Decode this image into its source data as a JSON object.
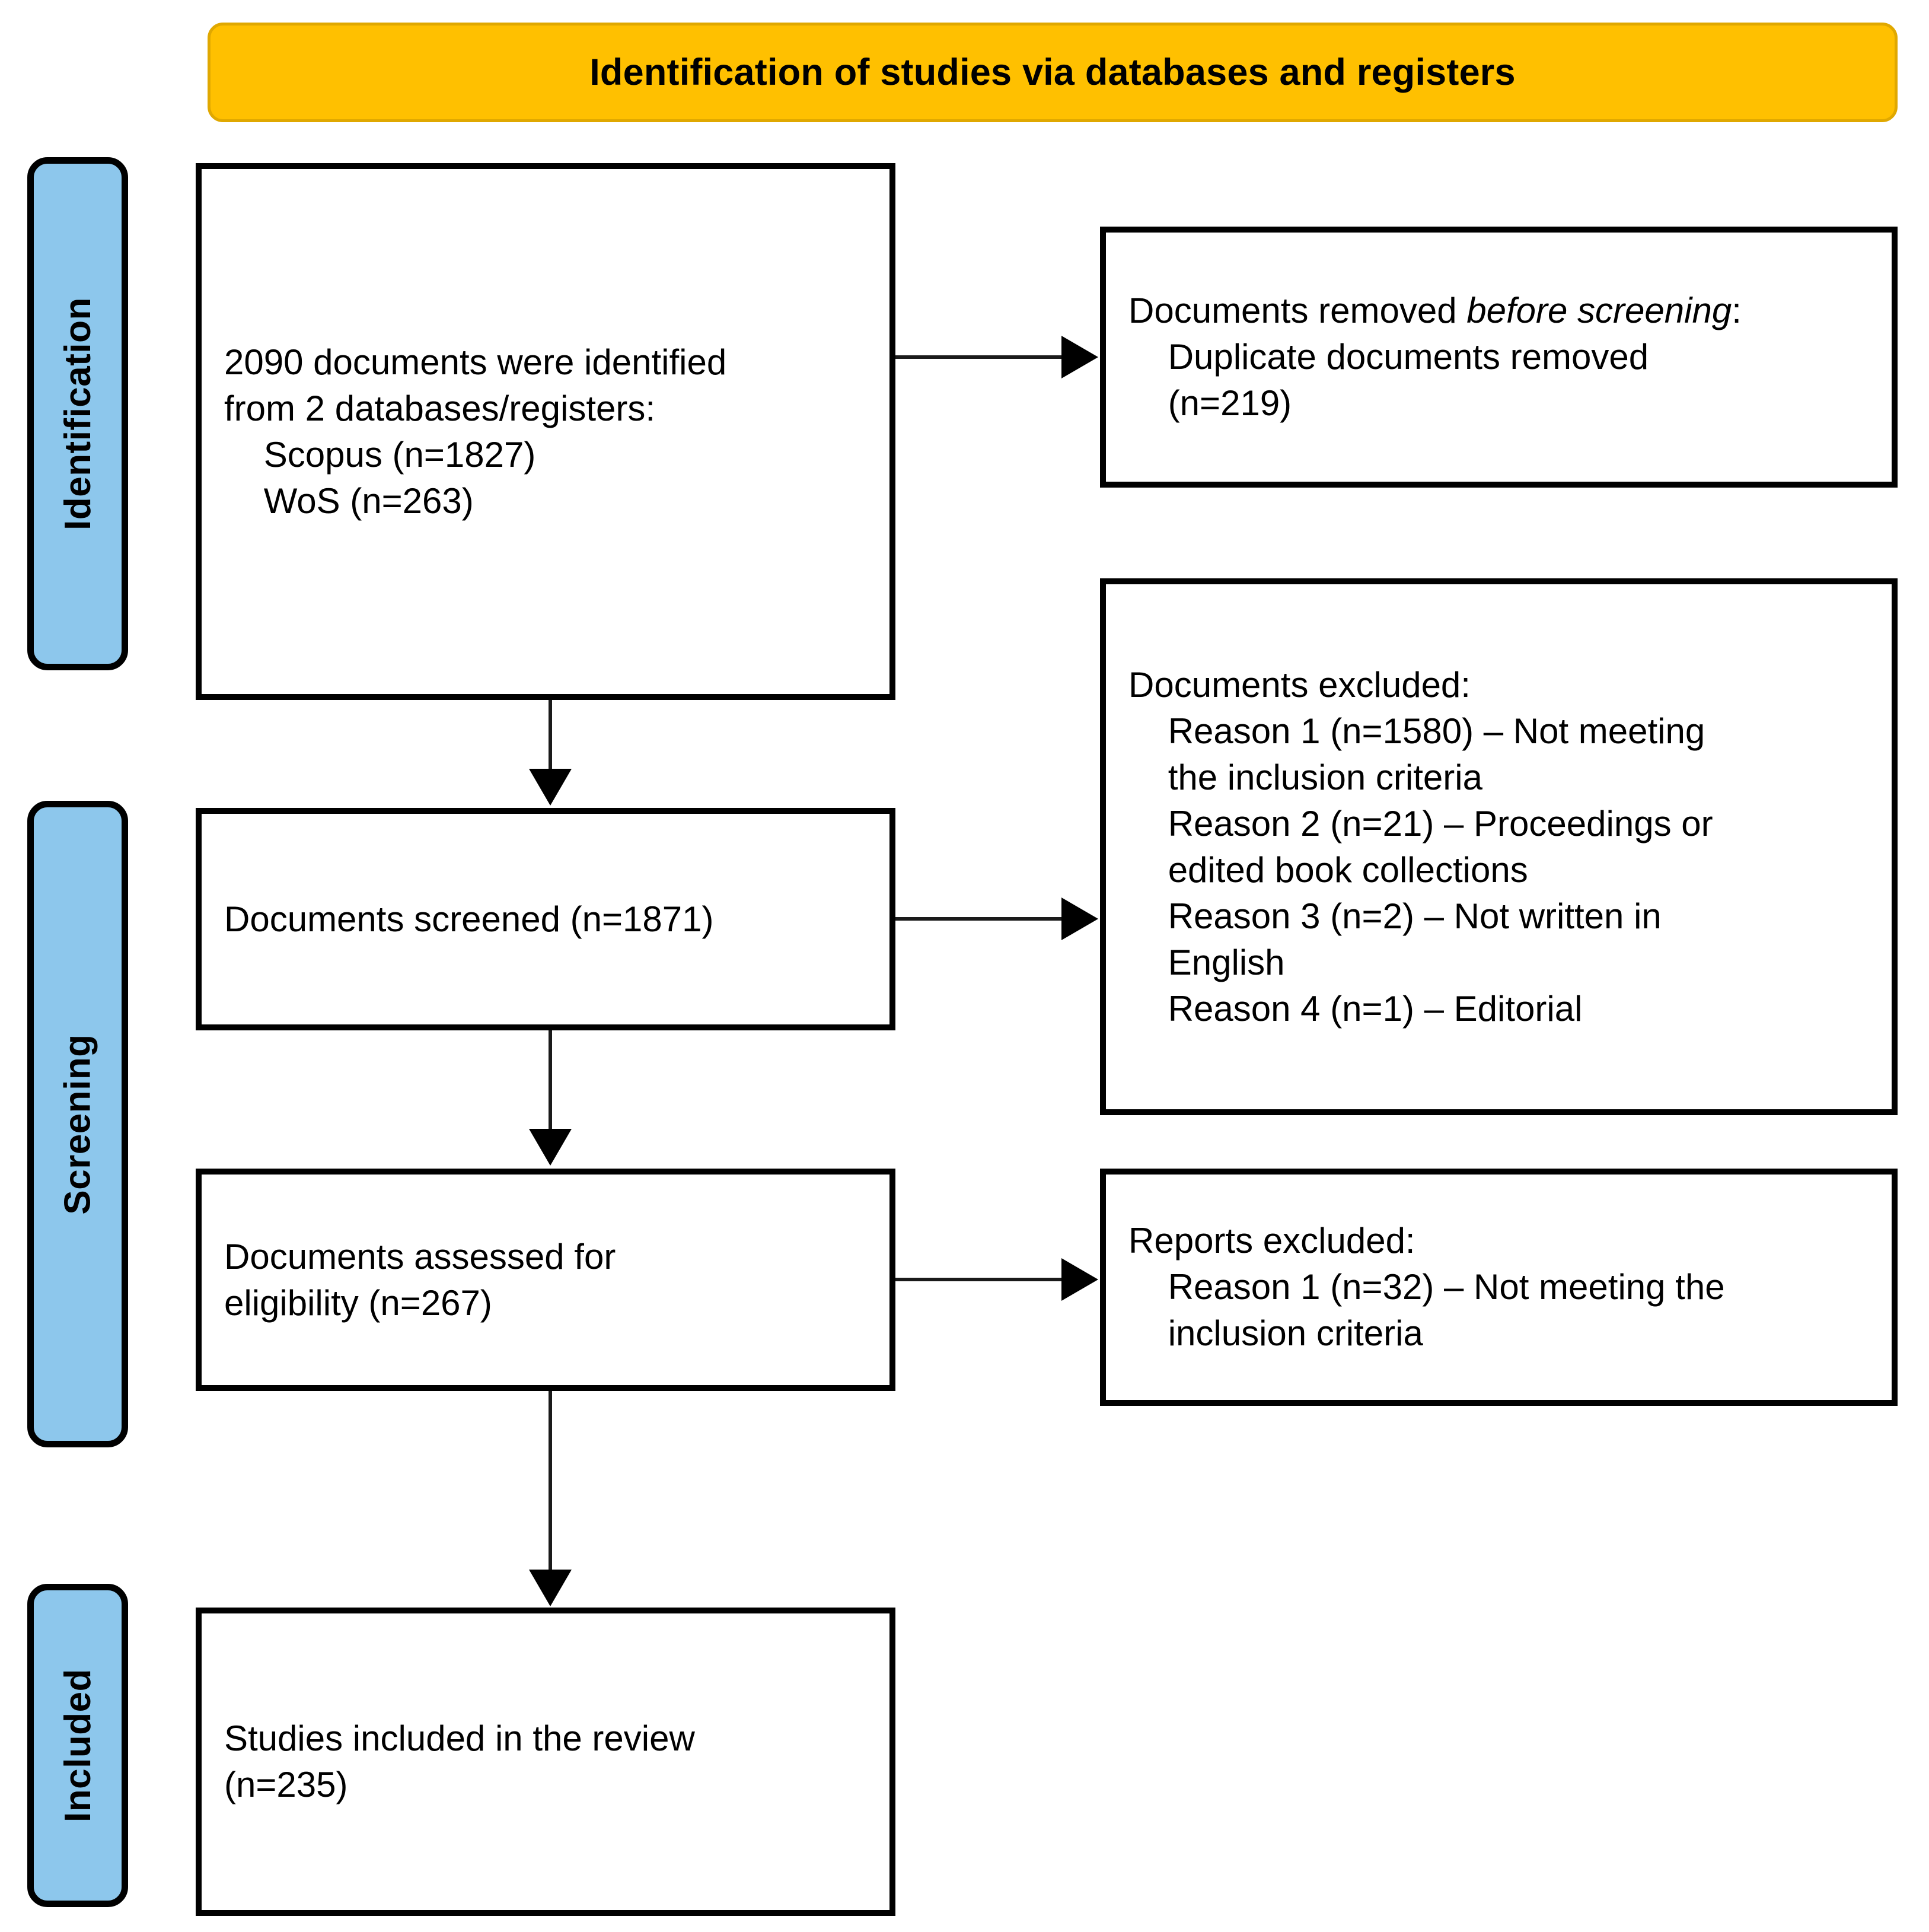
{
  "diagram": {
    "type": "prisma-flow-diagram",
    "header": {
      "title": "Identification of studies via databases and registers"
    },
    "stage_labels": [
      {
        "key": "identification",
        "label": "Identification"
      },
      {
        "key": "screening",
        "label": "Screening"
      },
      {
        "key": "included",
        "label": "Included"
      }
    ],
    "boxes": {
      "identified": {
        "text": "2090 documents were identified\nfrom 2 databases/registers:\n    Scopus (n=1827)\n    WoS (n=263)",
        "total": 2090,
        "sources": [
          {
            "name": "Scopus",
            "n": 1827
          },
          {
            "name": "WoS",
            "n": 263
          }
        ]
      },
      "removed_before_screening": {
        "title_prefix": "Documents removed ",
        "title_italic": "before screening",
        "title_suffix": ":",
        "text": "    Duplicate documents removed\n    (n=219)",
        "reason": "Duplicate documents removed",
        "n": 219
      },
      "screened": {
        "text": "Documents screened (n=1871)",
        "n": 1871
      },
      "documents_excluded": {
        "text": "Documents excluded:\n    Reason 1 (n=1580) – Not meeting\n    the inclusion criteria\n    Reason 2 (n=21) – Proceedings or\n    edited book collections\n    Reason 3 (n=2) – Not written in\n    English\n    Reason 4 (n=1) – Editorial",
        "heading": "Documents excluded:",
        "reasons": [
          {
            "label": "Reason 1",
            "n": 1580,
            "description": "Not meeting the inclusion criteria"
          },
          {
            "label": "Reason 2",
            "n": 21,
            "description": "Proceedings or edited book collections"
          },
          {
            "label": "Reason 3",
            "n": 2,
            "description": "Not written in English"
          },
          {
            "label": "Reason 4",
            "n": 1,
            "description": "Editorial"
          }
        ]
      },
      "assessed_for_eligibility": {
        "text": "Documents assessed for\neligibility (n=267)",
        "n": 267
      },
      "reports_excluded": {
        "text": "Reports excluded:\n    Reason 1 (n=32) – Not meeting the\n    inclusion criteria",
        "heading": "Reports excluded:",
        "reasons": [
          {
            "label": "Reason 1",
            "n": 32,
            "description": "Not meeting the inclusion criteria"
          }
        ]
      },
      "included_in_review": {
        "text": "Studies included in the review\n(n=235)",
        "n": 235
      }
    },
    "colors": {
      "header_fill": "#FFC000",
      "header_border": "#E0A800",
      "stage_label_fill": "#8DC7EC",
      "box_border": "#000000",
      "box_fill": "#FFFFFF",
      "connector": "#000000",
      "text": "#000000"
    }
  }
}
